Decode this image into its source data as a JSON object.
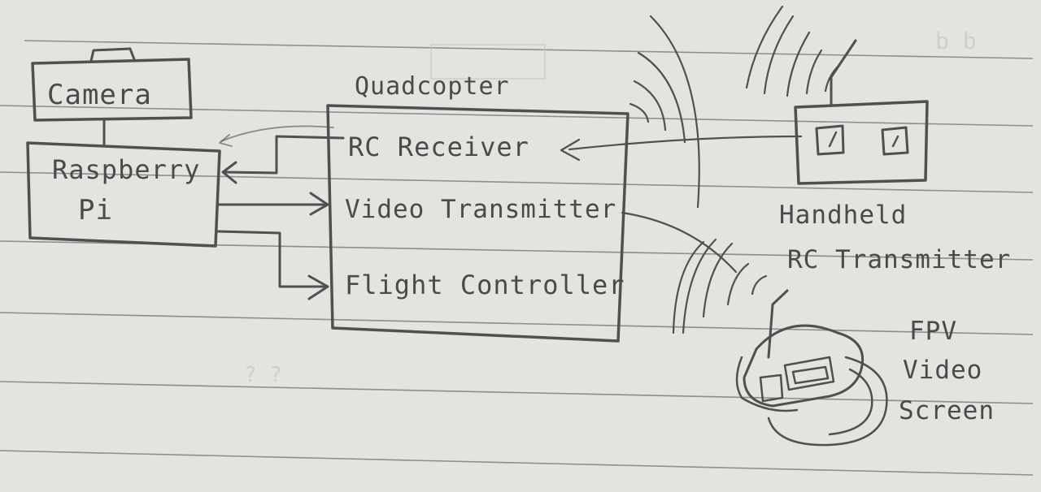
{
  "labels": {
    "camera": "Camera",
    "quadcopter": "Quadcopter",
    "raspberry": "Raspberry",
    "pi": "Pi",
    "rc_receiver": "RC Receiver",
    "video_transmitter": "Video Transmitter",
    "flight_controller": "Flight Controller",
    "handheld": "Handheld",
    "rc_transmitter": "RC Transmitter",
    "fpv": "FPV",
    "video": "Video",
    "screen": "Screen"
  },
  "colors": {
    "paper": "#e3e3e0",
    "ink": "#505050",
    "rule": "#8d8d8f"
  }
}
